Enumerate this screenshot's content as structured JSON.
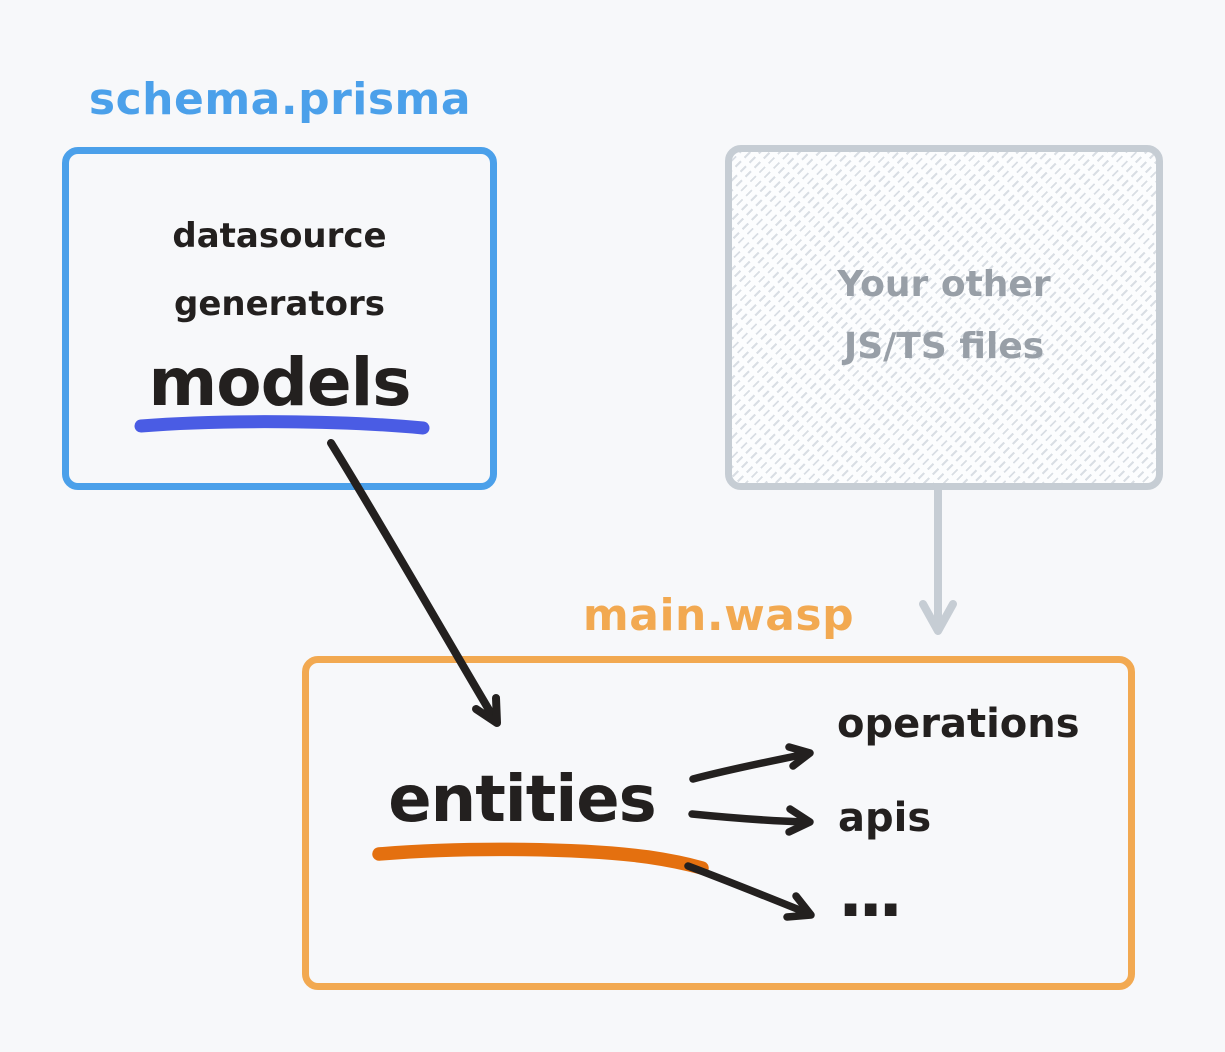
{
  "colors": {
    "bg": "#f7f8fa",
    "ink": "#23201f",
    "sky": "#4ba0ea",
    "indigo": "#4a5ce4",
    "amber": "#f2a951",
    "amber-dark": "#e4700f",
    "steel": "#c6cdd4",
    "steel-text": "#989fa7",
    "hatch": "#d9dee4",
    "hatch-bg": "#fcfdfe"
  },
  "prisma": {
    "title": "schema.prisma",
    "items": [
      "datasource",
      "generators"
    ],
    "highlight": "models"
  },
  "other_files": {
    "line1": "Your other",
    "line2": "JS/TS files"
  },
  "wasp": {
    "title": "main.wasp",
    "highlight": "entities",
    "targets": [
      "operations",
      "apis",
      "..."
    ]
  }
}
